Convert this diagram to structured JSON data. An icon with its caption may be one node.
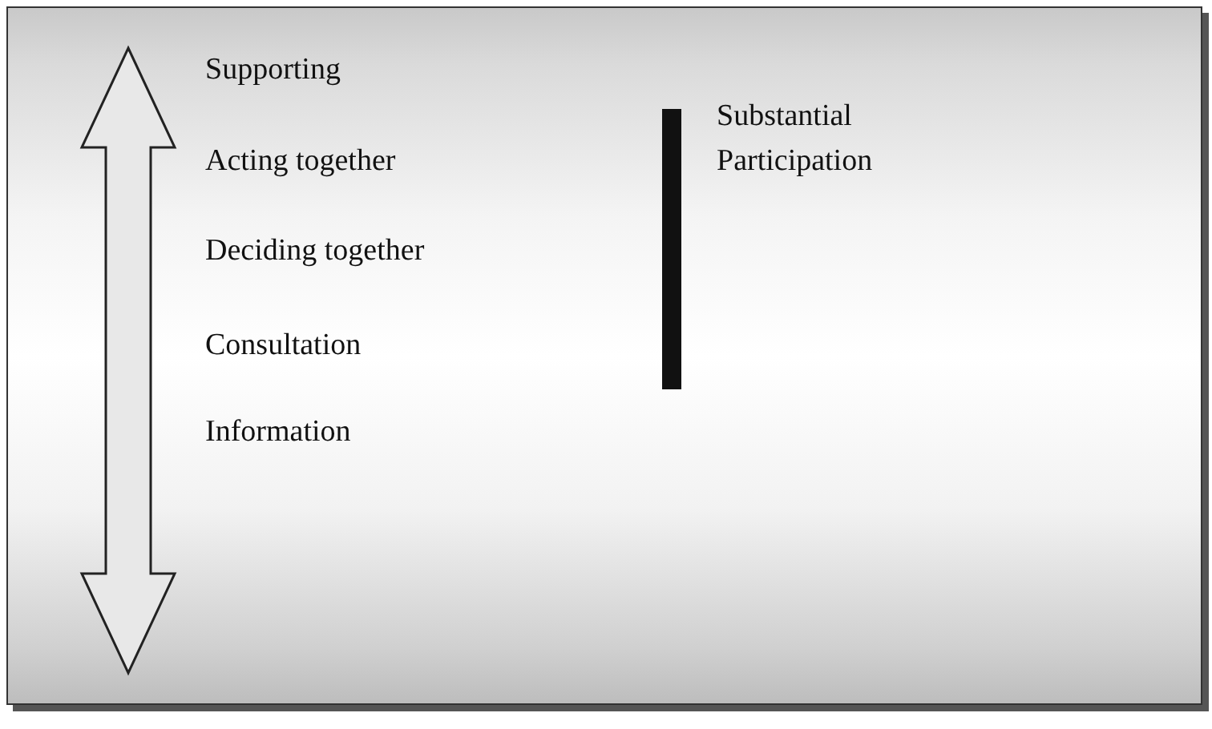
{
  "diagram": {
    "labels": [
      "Supporting",
      "Acting together",
      "Deciding together",
      "Consultation",
      "Information",
      "Substantial Participation"
    ]
  }
}
